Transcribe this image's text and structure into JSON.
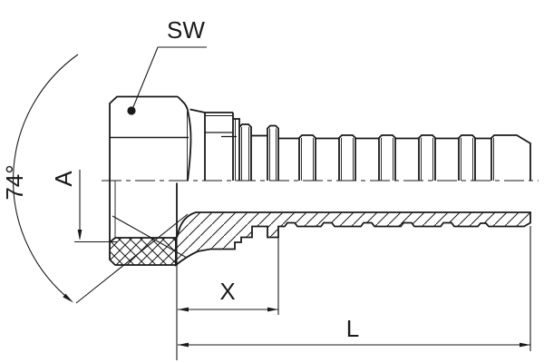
{
  "drawing": {
    "title_hint": "hose fitting technical drawing",
    "labels": {
      "wrench_size": "SW",
      "cone_angle": "74°",
      "seat_dim": "A",
      "cutback_length": "X",
      "overall_length": "L"
    },
    "colors": {
      "line": "#1a1a1a",
      "background": "#ffffff"
    }
  }
}
